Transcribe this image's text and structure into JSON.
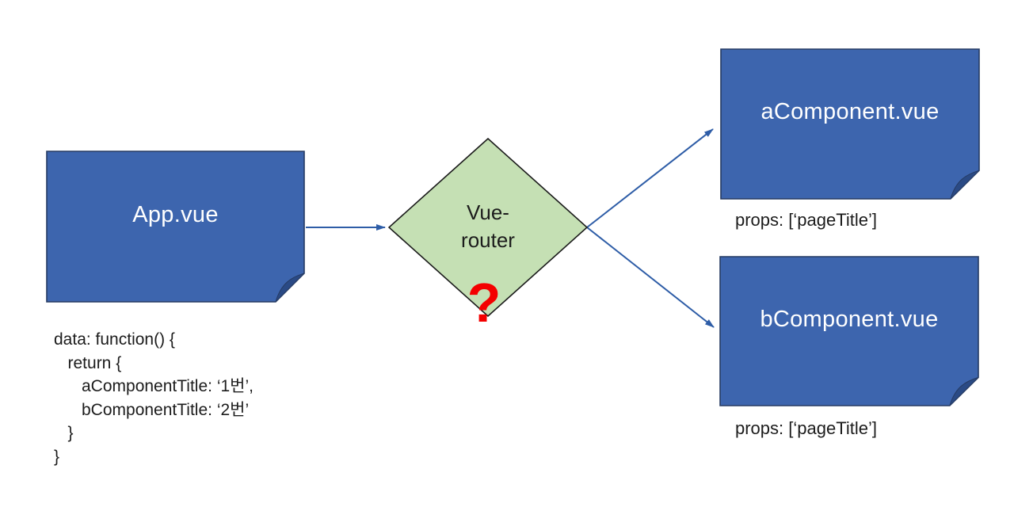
{
  "nodes": {
    "app": {
      "label": "App.vue"
    },
    "router": {
      "label": "Vue-\nrouter"
    },
    "a_component": {
      "label": "aComponent.vue",
      "props": "props: [‘pageTitle’]"
    },
    "b_component": {
      "label": "bComponent.vue",
      "props": "props: [‘pageTitle’]"
    }
  },
  "code": {
    "text": "data: function() {\n   return {\n      aComponentTitle: ‘1번’,\n      bComponentTitle: ‘2번’\n   }\n}"
  },
  "question_mark": "?",
  "edges": [
    {
      "from": "App.vue",
      "to": "Vue-router"
    },
    {
      "from": "Vue-router",
      "to": "aComponent.vue"
    },
    {
      "from": "Vue-router",
      "to": "bComponent.vue"
    }
  ],
  "colors": {
    "box_fill": "#3d65ae",
    "box_border": "#263b63",
    "fold_shade": "#2a4a85",
    "diamond_fill": "#c5e0b4",
    "diamond_border": "#1a1a1a",
    "arrow": "#2e5da7",
    "question": "#f40000",
    "label_light": "#ffffff",
    "text_dark": "#1c1c1c"
  }
}
